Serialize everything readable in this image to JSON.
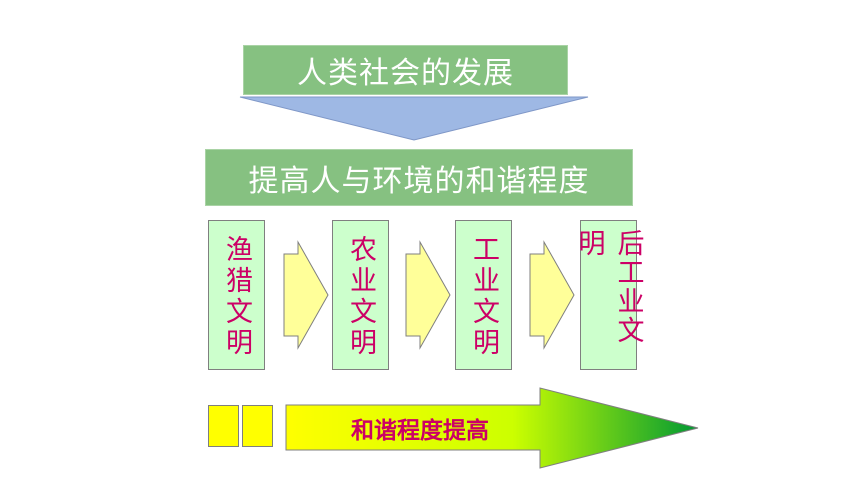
{
  "title": "人类社会的发展",
  "goal": "提高人与环境的和谐程度",
  "stages": [
    {
      "label": "渔猎文明"
    },
    {
      "label": "农业文明"
    },
    {
      "label": "工业文明"
    },
    {
      "label": "后工业文明"
    }
  ],
  "banner": "和谐程度提高",
  "colors": {
    "box_green": "#86c181",
    "stage_fill": "#ccffcc",
    "stage_text": "#cc0066",
    "down_arrow": "#9eb8e4",
    "chevron_fill": "#ffff99",
    "small_rect": "#ffff00",
    "gradient_start": "#ffff00",
    "gradient_end": "#009933"
  }
}
